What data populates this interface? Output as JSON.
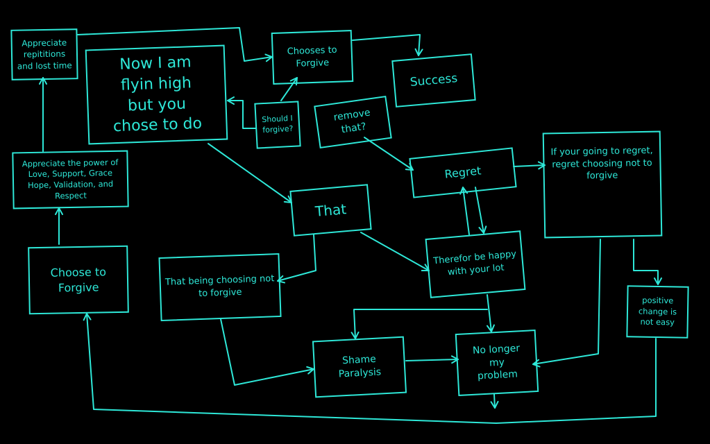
{
  "diagram": {
    "stroke_color": "#2ee8d8",
    "background": "#000000",
    "nodes": {
      "appreciate_repetitions": "Appreciate repititions and lost time",
      "flyin_high": "Now I am flyin high but you chose to do",
      "chooses_to_forgive": "Chooses to Forgive",
      "success": "Success",
      "should_i_forgive": "Should I forgive?",
      "remove_that": "remove that?",
      "regret": "Regret",
      "if_going_to_regret": "If your going to regret, regret choosing not to forgive",
      "appreciate_power": "Appreciate the power of Love, Support, Grace Hope, Validation, and Respect",
      "that": "That",
      "choose_to_forgive": "Choose to Forgive",
      "that_being": "That being choosing not to forgive",
      "therefore_happy": "Therefor be happy with your lot",
      "positive_change": "positive change is not easy",
      "shame_paralysis": "Shame Paralysis",
      "no_longer": "No longer my problem"
    }
  }
}
